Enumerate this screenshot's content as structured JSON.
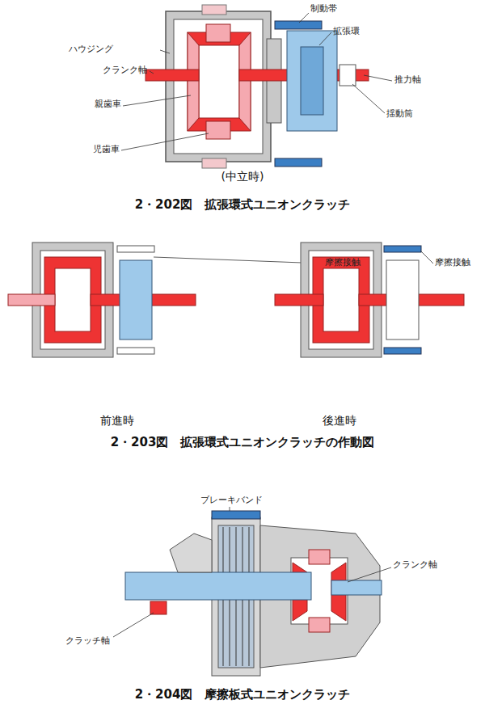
{
  "diagram": {
    "labels": [
      "制動帯",
      "ハウジング",
      "拡張環",
      "クランク軸",
      "推力軸",
      "親歯車",
      "揺動筒",
      "児歯車",
      "(中立時)",
      "2・202図　拡張環式ユニオンクラッチ",
      "摩擦接触",
      "摩擦接触",
      "前進時",
      "後進時",
      "2・203図　拡張環式ユニオンクラッチの作動図",
      "ブレーキバンド",
      "クランク軸",
      "クラッチ軸",
      "2・204図　摩擦板式ユニオンクラッチ"
    ]
  }
}
